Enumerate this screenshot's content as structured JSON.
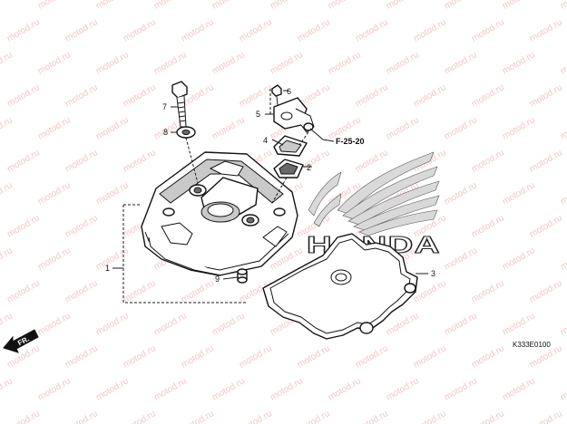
{
  "watermark": {
    "text": "motod.ru"
  },
  "logo": {
    "text": "HONDA"
  },
  "callouts": {
    "c1": "1",
    "c2": "2",
    "c3": "3",
    "c4": "4",
    "c5": "5",
    "c6": "6",
    "c7": "7",
    "c8": "8",
    "c9": "9"
  },
  "reference": {
    "label": "F-25-20"
  },
  "direction": {
    "label": "FR."
  },
  "diagram_code": "K333E0100"
}
